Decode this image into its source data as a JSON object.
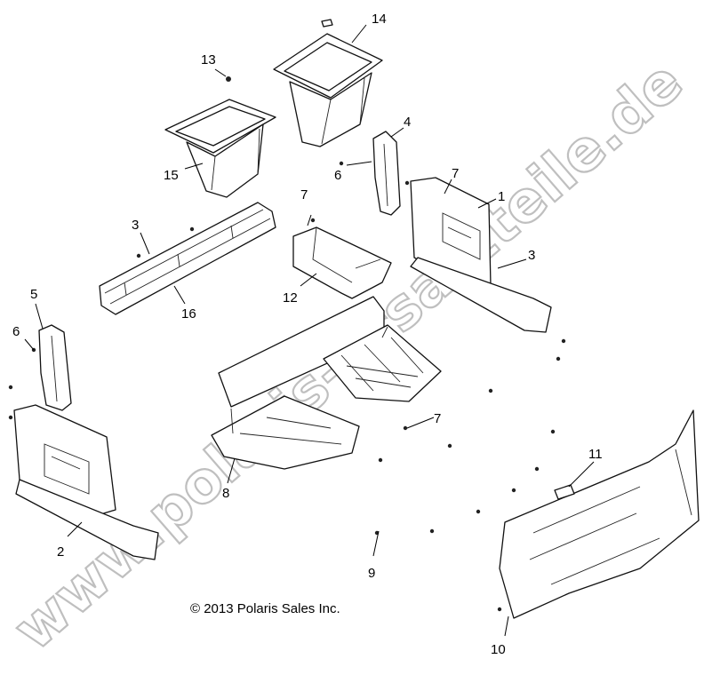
{
  "copyright": "© 2013 Polaris Sales Inc.",
  "watermark": "www.polaris-ersatzteile.de",
  "callouts": [
    {
      "id": "c1",
      "label": "1"
    },
    {
      "id": "c2",
      "label": "2"
    },
    {
      "id": "c3a",
      "label": "3"
    },
    {
      "id": "c3b",
      "label": "3"
    },
    {
      "id": "c4",
      "label": "4"
    },
    {
      "id": "c5",
      "label": "5"
    },
    {
      "id": "c6a",
      "label": "6"
    },
    {
      "id": "c6b",
      "label": "6"
    },
    {
      "id": "c7a",
      "label": "7"
    },
    {
      "id": "c7b",
      "label": "7"
    },
    {
      "id": "c7c",
      "label": "7"
    },
    {
      "id": "c8",
      "label": "8"
    },
    {
      "id": "c9",
      "label": "9"
    },
    {
      "id": "c10",
      "label": "10"
    },
    {
      "id": "c11",
      "label": "11"
    },
    {
      "id": "c12",
      "label": "12"
    },
    {
      "id": "c13",
      "label": "13"
    },
    {
      "id": "c14",
      "label": "14"
    },
    {
      "id": "c15",
      "label": "15"
    },
    {
      "id": "c16",
      "label": "16"
    }
  ]
}
